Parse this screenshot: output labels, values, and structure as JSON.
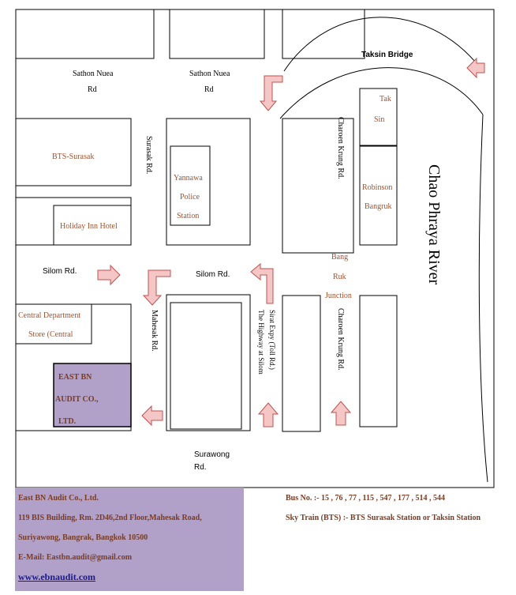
{
  "map": {
    "bridge_label": "Taksin Bridge",
    "river_label": "Chao Phraya River",
    "roads": {
      "sathon_nuea_1": "Sathon Nuea",
      "sathon_nuea_1_b": "Rd",
      "sathon_nuea_2": "Sathon Nuea",
      "sathon_nuea_2_b": "Rd",
      "surasak": "Surasak Rd.",
      "charoen_krung_top": "Charoen Krung Rd.",
      "charoen_krung_bottom": "Charoen Krung Rd.",
      "silom_left": "Silom Rd.",
      "silom_mid": "Silom Rd.",
      "mahesak": "Mahesak Rd.",
      "sirat_1": "Sirat Expy (Toll Rd.)",
      "sirat_2": "The Highway at Silom",
      "surawong_1": "Surawong",
      "surawong_2": "Rd."
    },
    "places": {
      "bts_surasak": "BTS-Surasak",
      "holiday_inn": "Holiday Inn Hotel",
      "yannawa_1": "Yannawa",
      "yannawa_2": "Police",
      "yannawa_3": "Station",
      "tak_1": "Tak",
      "tak_2": "Sin",
      "robinson_1": "Robinson",
      "robinson_2": "Bangruk",
      "bang_1": "Bang",
      "bang_2": "Ruk",
      "bang_3": "Junction",
      "central_1": "Central Department",
      "central_2": "Store (Central",
      "east_1": "EAST BN",
      "east_2": "AUDIT CO.,",
      "east_3": "LTD."
    },
    "colors": {
      "highlight": "#b1a0c7",
      "arrow_fill": "#f4c6c6",
      "arrow_stroke": "#c0504d",
      "text_brown": "#7a3c22"
    }
  },
  "info": {
    "company": "East BN Audit Co., Ltd.",
    "address_1": "119 BIS Building, Rm. 2D46,2nd Floor,Mahesak Road,",
    "address_2": "Suriyawong, Bangrak, Bangkok 10500",
    "email": "E-Mail: Eastbn.audit@gmail.com",
    "website": "www.ebnaudit.com",
    "bus": "Bus No. :-  15 , 76 , 77 , 115 , 547 , 177 , 514 , 544",
    "bts": "Sky Train (BTS)  :- BTS Surasak Station or Taksin Station"
  }
}
